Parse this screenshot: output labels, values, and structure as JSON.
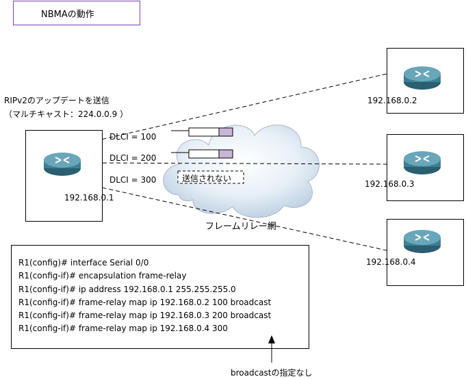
{
  "title": "NBMAの動作",
  "annotation": {
    "line1": "RIPv2のアップデートを送信",
    "line2": "（マルチキャスト：224.0.0.9 ）"
  },
  "dlci": [
    "DLCI = 100",
    "DLCI = 200",
    "DLCI = 300"
  ],
  "not_sent": "送信されない",
  "cloud_label": "フレームリレー網",
  "routers": {
    "r1_ip": "192.168.0.1",
    "r2_ip": "192.168.0.2",
    "r3_ip": "192.168.0.3",
    "r4_ip": "192.168.0.4"
  },
  "config_lines": [
    "R1(config)# interface Serial 0/0",
    "R1(config-if)# encapsulation frame-relay",
    "R1(config-if)# ip address 192.168.0.1 255.255.255.0",
    "R1(config-if)# frame-relay map ip 192.168.0.2 100 broadcast",
    "R1(config-if)# frame-relay map ip 192.168.0.3 200 broadcast",
    "R1(config-if)# frame-relay map ip 192.168.0.4 300"
  ],
  "note": "broadcastの指定なし",
  "colors": {
    "title_border": "#7a3fb0",
    "cloud_fill": "#dfeaf4",
    "packet_fill": "#c9b6d6",
    "router_body": "#3e7f93"
  },
  "icons": [
    "router-icon",
    "cloud-icon",
    "packet-icon",
    "arrow-up-icon"
  ]
}
